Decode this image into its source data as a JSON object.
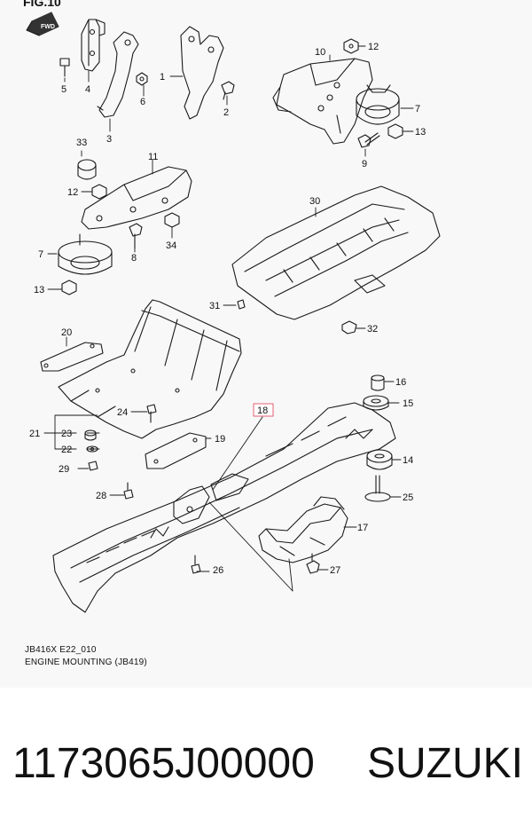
{
  "figure": {
    "header": "FIG.10",
    "direction": "FWD"
  },
  "callouts": [
    "1",
    "2",
    "3",
    "4",
    "5",
    "6",
    "7",
    "7",
    "8",
    "9",
    "10",
    "11",
    "12",
    "12",
    "13",
    "13",
    "14",
    "15",
    "16",
    "17",
    "18",
    "19",
    "20",
    "21",
    "22",
    "23",
    "24",
    "25",
    "26",
    "27",
    "28",
    "29",
    "30",
    "31",
    "32",
    "33",
    "34"
  ],
  "caption": {
    "code": "JB416X E22_010",
    "title": "ENGINE MOUNTING (JB419)"
  },
  "product": {
    "part_number": "1173065J00000",
    "brand": "SUZUKI"
  },
  "colors": {
    "line": "#1a1a1a",
    "highlight_box": "#e06070",
    "background": "#f8f8f8"
  }
}
